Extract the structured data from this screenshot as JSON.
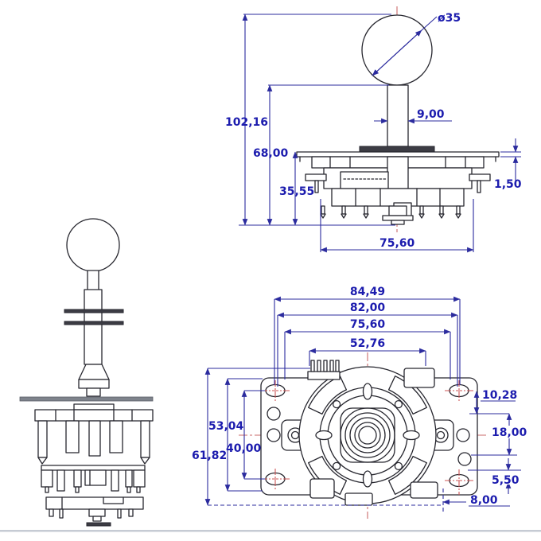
{
  "drawing": {
    "type": "technical-dimension-drawing",
    "subject": "arcade joystick (ball top, shaft, mounting plate, switch base)",
    "units_style": "comma-decimal millimetres",
    "colors": {
      "geometry": "#26262e",
      "dimension_line": "#2b2b9e",
      "dimension_text": "#1c1cae",
      "centerline_red": "#c96a6a",
      "border_line": "#c6cbd4",
      "background": "#ffffff"
    },
    "side_view": {
      "ball_diameter": "ø35",
      "total_height": "102,16",
      "shaft_height": "68,00",
      "body_height": "35,55",
      "shaft_width": "9,00",
      "plate_thickness": "1,50",
      "body_width": "75,60"
    },
    "bottom_view": {
      "overall_width": "84,49",
      "outer_width": "82,00",
      "hole_spacing_width": "75,60",
      "body_width": "52,76",
      "top_hole_offset": "10,28",
      "plate_height": "53,04",
      "hole_spacing_height": "40,00",
      "overall_height": "61,82",
      "right_hole_spacing": "18,00",
      "small_offset": "5,50",
      "bottom_hole_offset": "8,00"
    }
  }
}
